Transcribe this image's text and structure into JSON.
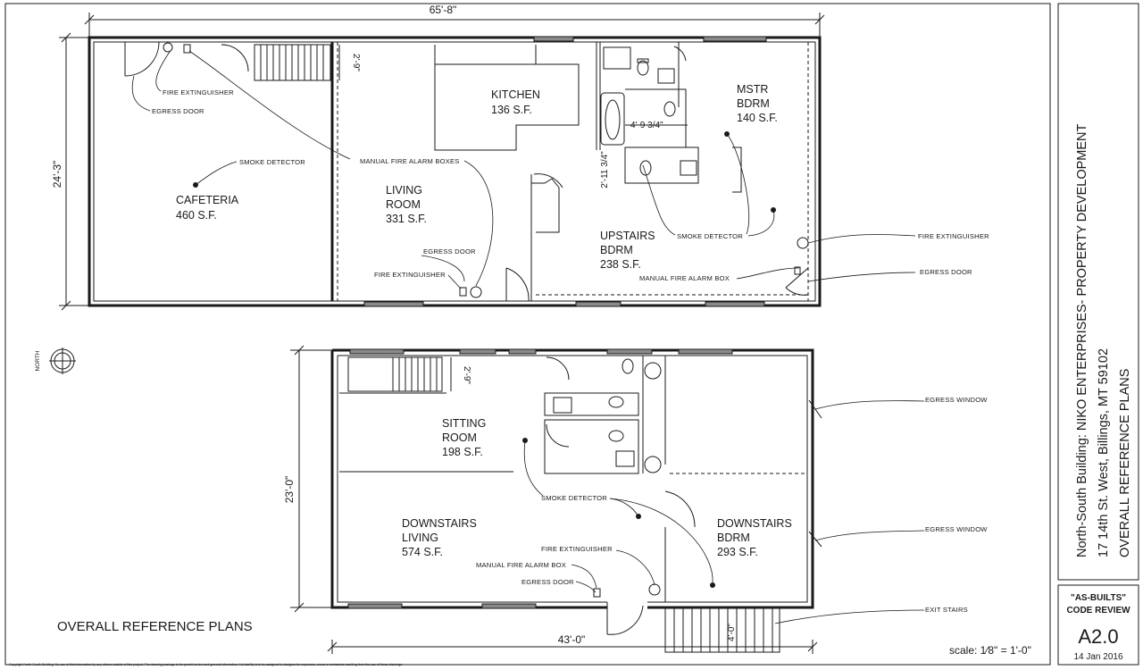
{
  "plan_title": "OVERALL REFERENCE PLANS",
  "north_label": "NORTH",
  "copyright": "Copyright North-South Building. No use of this information by any others outside of this project. The drawing package is for permit review and general information. No liability is to be assigned to designer for expenses, errors or omissions resulting from the use of these drawings.",
  "scale": "scale: 1⁄8\" = 1'-0\"",
  "title_block": {
    "line1": "North-South Building:  NIKO ENTERPRISES- PROPERTY DEVELOPMENT",
    "line2": "17 14th St. West, Billings, MT 59102",
    "line3": "OVERALL REFERENCE PLANS",
    "review1": "\"AS-BUILTS\"",
    "review2": "CODE REVIEW",
    "sheet": "A2.0",
    "date": "14 Jan 2016"
  },
  "upper": {
    "dims": {
      "overall_width": "65'-8\"",
      "overall_depth": "24'-3\"",
      "stair_width": "2'-9\"",
      "bath_width": "4'-9 3/4\"",
      "bath_depth": "2'-11 3/4\""
    },
    "rooms": [
      {
        "name": "CAFETERIA",
        "area": "460 S.F."
      },
      {
        "name": "KITCHEN",
        "area": "136 S.F."
      },
      {
        "name": "LIVING",
        "name2": "ROOM",
        "area": "331 S.F."
      },
      {
        "name": "MSTR",
        "name2": "BDRM",
        "area": "140 S.F."
      },
      {
        "name": "UPSTAIRS",
        "name2": "BDRM",
        "area": "238 S.F."
      }
    ],
    "notes": {
      "fire_ext_1": "FIRE EXTINGUISHER",
      "egress_1": "EGRESS DOOR",
      "smoke_1": "SMOKE DETECTOR",
      "alarm_boxes": "MANUAL FIRE ALARM BOXES",
      "egress_2": "EGRESS DOOR",
      "fire_ext_2": "FIRE EXTINGUISHER",
      "smoke_2": "SMOKE DETECTOR",
      "fire_ext_3": "FIRE EXTINGUISHER",
      "egress_3": "EGRESS DOOR",
      "alarm_box": "MANUAL FIRE ALARM BOX"
    }
  },
  "lower": {
    "dims": {
      "overall_depth": "23'-0\"",
      "overall_width": "43'-0\"",
      "stair_width": "2'-9\"",
      "exit_stair": "4'-0\""
    },
    "rooms": [
      {
        "name": "SITTING",
        "name2": "ROOM",
        "area": "198 S.F."
      },
      {
        "name": "DOWNSTAIRS",
        "name2": "LIVING",
        "area": "574 S.F."
      },
      {
        "name": "DOWNSTAIRS",
        "name2": "BDRM",
        "area": "293 S.F."
      }
    ],
    "notes": {
      "egress_window_1": "EGRESS WINDOW",
      "smoke": "SMOKE DETECTOR",
      "egress_window_2": "EGRESS WINDOW",
      "fire_ext": "FIRE EXTINGUISHER",
      "alarm_box": "MANUAL FIRE ALARM BOX",
      "egress_door": "EGRESS DOOR",
      "exit_stairs": "EXIT STAIRS"
    }
  }
}
